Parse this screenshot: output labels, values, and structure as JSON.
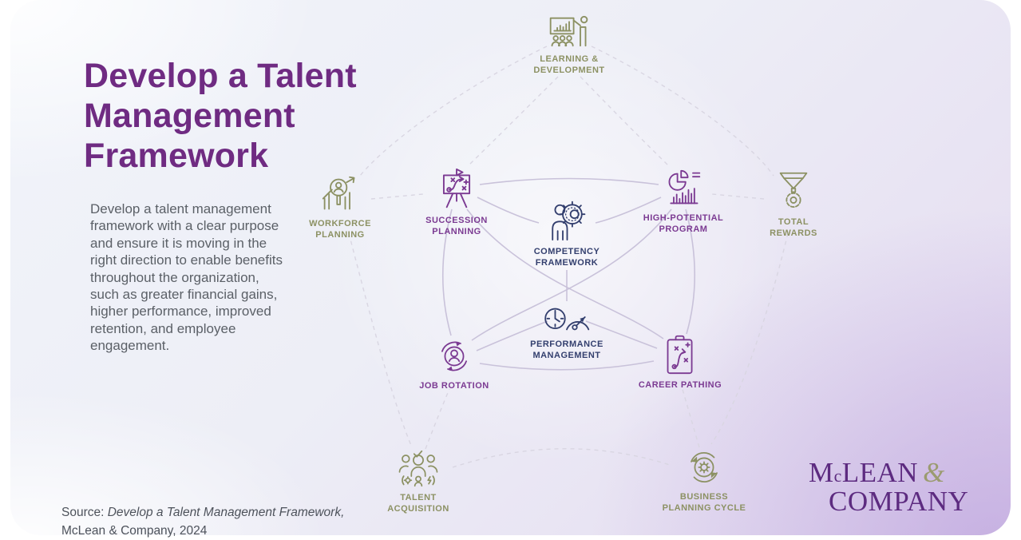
{
  "title": "Develop a Talent\nManagement\nFramework",
  "description": "Develop a talent management framework with a clear purpose and ensure it is moving in the right direction to enable benefits throughout the organization, such as greater financial gains, higher performance, improved retention, and employee engagement.",
  "source": {
    "prefix": "Source: ",
    "work_title": "Develop a Talent Management Framework,",
    "publisher_line": "McLean & Company, 2024"
  },
  "logo": {
    "m": "M",
    "c": "c",
    "lean": "LEAN",
    "amp": "&",
    "company": "COMPANY"
  },
  "colors": {
    "title_purple": "#6f2b82",
    "node_olive": "#8c9163",
    "node_purple": "#7b3a92",
    "node_navy": "#333f6e",
    "solid_line": "#c9c2da",
    "dashed_line": "#d9d6e2",
    "logo_purple": "#5d2b80",
    "logo_amp_olive": "#9b9b70",
    "body_text": "#5b6067"
  },
  "nodes": [
    {
      "id": "learning-development",
      "label": "LEARNING &\nDEVELOPMENT",
      "color": "olive",
      "icon": "presentation-icon"
    },
    {
      "id": "workforce-planning",
      "label": "WORKFORCE\nPLANNING",
      "color": "olive",
      "icon": "magnifier-chart-icon"
    },
    {
      "id": "succession-planning",
      "label": "SUCCESSION\nPLANNING",
      "color": "purple",
      "icon": "strategy-board-icon"
    },
    {
      "id": "competency-framework",
      "label": "COMPETENCY\nFRAMEWORK",
      "color": "navy",
      "icon": "person-gear-icon"
    },
    {
      "id": "high-potential-program",
      "label": "HIGH-POTENTIAL\nPROGRAM",
      "color": "purple",
      "icon": "pie-bars-icon"
    },
    {
      "id": "total-rewards",
      "label": "TOTAL\nREWARDS",
      "color": "olive",
      "icon": "medal-icon"
    },
    {
      "id": "job-rotation",
      "label": "JOB ROTATION",
      "color": "purple",
      "icon": "person-rotation-icon"
    },
    {
      "id": "performance-management",
      "label": "PERFORMANCE\nMANAGEMENT",
      "color": "navy",
      "icon": "clock-gauge-icon"
    },
    {
      "id": "career-pathing",
      "label": "CAREER PATHING",
      "color": "purple",
      "icon": "clipboard-path-icon"
    },
    {
      "id": "talent-acquisition",
      "label": "TALENT\nACQUISITION",
      "color": "olive",
      "icon": "team-icon"
    },
    {
      "id": "business-planning-cycle",
      "label": "BUSINESS\nPLANNING CYCLE",
      "color": "olive",
      "icon": "cycle-gear-icon"
    }
  ],
  "connections": {
    "solid": [
      [
        "succession-planning",
        "high-potential-program"
      ],
      [
        "succession-planning",
        "competency-framework"
      ],
      [
        "high-potential-program",
        "competency-framework"
      ],
      [
        "competency-framework",
        "performance-management"
      ],
      [
        "succession-planning",
        "career-pathing"
      ],
      [
        "high-potential-program",
        "job-rotation"
      ],
      [
        "job-rotation",
        "performance-management"
      ],
      [
        "career-pathing",
        "performance-management"
      ],
      [
        "job-rotation",
        "career-pathing"
      ],
      [
        "succession-planning",
        "job-rotation"
      ],
      [
        "high-potential-program",
        "career-pathing"
      ]
    ],
    "dashed": [
      [
        "learning-development",
        "workforce-planning"
      ],
      [
        "learning-development",
        "total-rewards"
      ],
      [
        "learning-development",
        "succession-planning"
      ],
      [
        "learning-development",
        "high-potential-program"
      ],
      [
        "workforce-planning",
        "succession-planning"
      ],
      [
        "total-rewards",
        "high-potential-program"
      ],
      [
        "workforce-planning",
        "talent-acquisition"
      ],
      [
        "total-rewards",
        "business-planning-cycle"
      ],
      [
        "talent-acquisition",
        "job-rotation"
      ],
      [
        "business-planning-cycle",
        "career-pathing"
      ],
      [
        "talent-acquisition",
        "business-planning-cycle"
      ]
    ]
  }
}
